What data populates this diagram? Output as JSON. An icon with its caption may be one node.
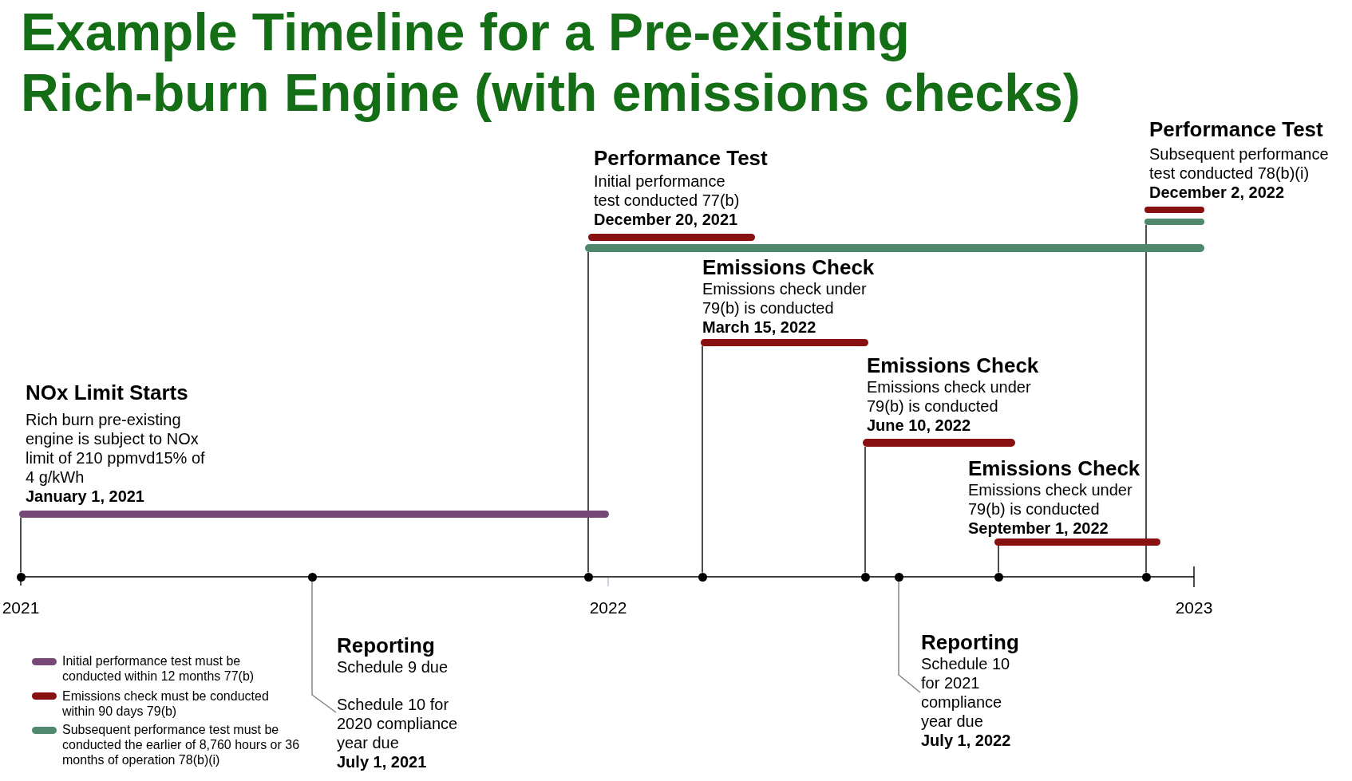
{
  "diagram": {
    "title": "Example Timeline for a Pre-existing Rich-burn Engine (with emissions checks)",
    "nodes": [
      {
        "text": [
          "NOx Limit Starts",
          "Rich burn pre-existing engine is subject to NOx limit of 210 ppmvd15% of 4 g/kWh",
          "January 1, 2021"
        ]
      },
      {
        "text": [],
        "shape": "bar"
      },
      {
        "text": [
          "Performance Test",
          "Initial performance test conducted 77(b)",
          "December 20, 2021"
        ]
      },
      {
        "text": [],
        "shape": "bar"
      },
      {
        "text": [],
        "shape": "bar"
      },
      {
        "text": [
          "Emissions Check",
          "Emissions check under 79(b) is conducted",
          "March 15, 2022"
        ]
      },
      {
        "text": [],
        "shape": "bar"
      },
      {
        "text": [
          "Emissions Check",
          "Emissions check under 79(b) is conducted",
          "June 10, 2022"
        ]
      },
      {
        "text": [],
        "shape": "bar"
      },
      {
        "text": [
          "Emissions Check",
          "Emissions check under 79(b) is conducted",
          "September 1, 2022"
        ]
      },
      {
        "text": [],
        "shape": "bar"
      },
      {
        "text": [
          "Performance Test",
          "Subsequent performance test conducted 78(b)(i)",
          "December 2, 2022"
        ]
      },
      {
        "text": [],
        "shape": "bar"
      },
      {
        "text": [],
        "shape": "bar"
      },
      {
        "text": [],
        "shape": "circle"
      },
      {
        "text": [],
        "shape": "circle"
      },
      {
        "text": [],
        "shape": "circle"
      },
      {
        "text": [],
        "shape": "circle"
      },
      {
        "text": [],
        "shape": "circle"
      },
      {
        "text": [],
        "shape": "circle"
      },
      {
        "text": [],
        "shape": "circle"
      },
      {
        "text": [],
        "shape": "circle"
      },
      {
        "text": [
          "Reporting",
          "Schedule 9 due",
          "Schedule 10 for 2020 compliance year due",
          "July 1, 2021"
        ]
      },
      {
        "text": [
          "Reporting",
          "Schedule 10 for 2021 compliance year due",
          "July 1, 2022"
        ]
      }
    ],
    "edges": [
      {
        "from": 1,
        "to": 14,
        "arrow": "none"
      },
      {
        "from": 4,
        "to": 16,
        "arrow": "none"
      },
      {
        "from": 6,
        "to": 17,
        "arrow": "none"
      },
      {
        "from": 8,
        "to": 18,
        "arrow": "none"
      },
      {
        "from": 10,
        "to": 20,
        "arrow": "none"
      },
      {
        "from": 13,
        "to": 21,
        "arrow": "none"
      },
      {
        "from": 22,
        "to": 15,
        "arrow": "none",
        "color": "#7f7f7f"
      },
      {
        "from": 23,
        "to": 19,
        "arrow": "none",
        "color": "#7f7f7f"
      }
    ],
    "labels": [
      "2021",
      "2022",
      "2023"
    ],
    "legend": [
      {
        "text": "Initial performance test must be conducted within 12 months 77(b)",
        "color": "#764878"
      },
      {
        "text": "Emissions check must be conducted within 90 days 79(b)",
        "color": "#881010"
      },
      {
        "text": "Subsequent performance test must be conducted the earlier of 8,760 hours or 36 months of operation 78(b)(i)",
        "color": "#50886e"
      }
    ]
  }
}
